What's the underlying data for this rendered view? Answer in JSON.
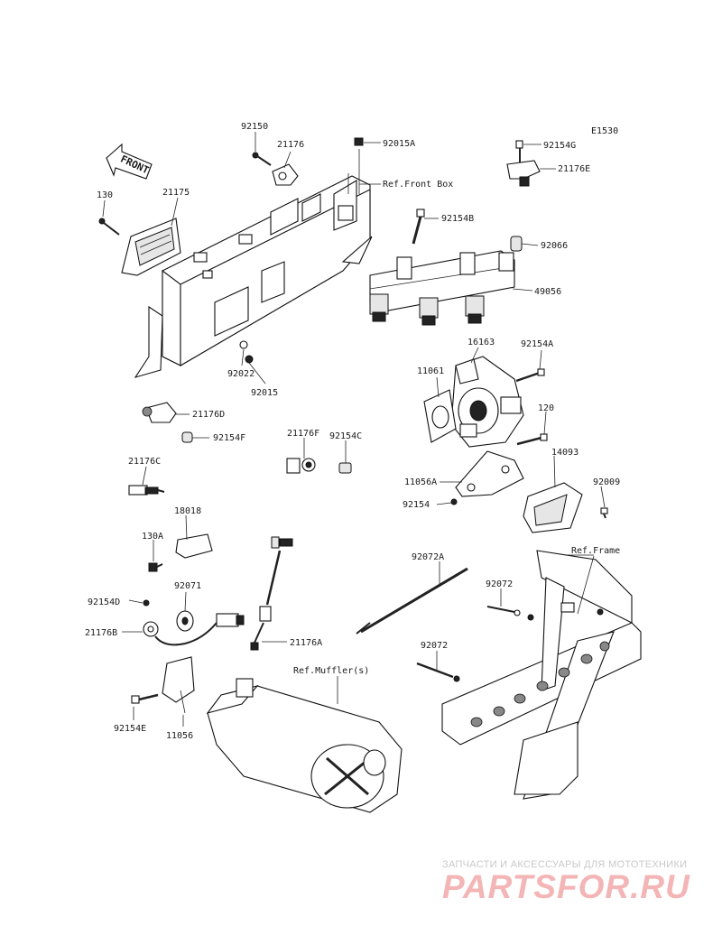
{
  "diagram_code": "E1530",
  "front_label": "FRONT",
  "references": {
    "front_box": "Ref.Front Box",
    "frame": "Ref.Frame",
    "mufflers": "Ref.Muffler(s)"
  },
  "part_numbers": [
    "92150",
    "21176",
    "92015A",
    "130",
    "21175",
    "92022",
    "92015",
    "92154G",
    "21176E",
    "92154B",
    "92066",
    "49056",
    "16163",
    "92154A",
    "11061",
    "120",
    "14093",
    "11056A",
    "92009",
    "92154",
    "21176D",
    "92154F",
    "21176F",
    "92154C",
    "21176C",
    "18018",
    "130A",
    "92071",
    "92154D",
    "21176B",
    "21176A",
    "92072A",
    "92072",
    "92072",
    "92154E",
    "11056"
  ],
  "watermark": {
    "tagline": "ЗАПЧАСТИ И АКСЕССУАРЫ ДЛЯ МОТОТЕХНИКИ",
    "logo": "PARTSFOR.RU"
  },
  "colors": {
    "ink": "#1a1a1a",
    "watermark_text": "#c9c9c9",
    "watermark_logo": "#f3b5b5"
  }
}
